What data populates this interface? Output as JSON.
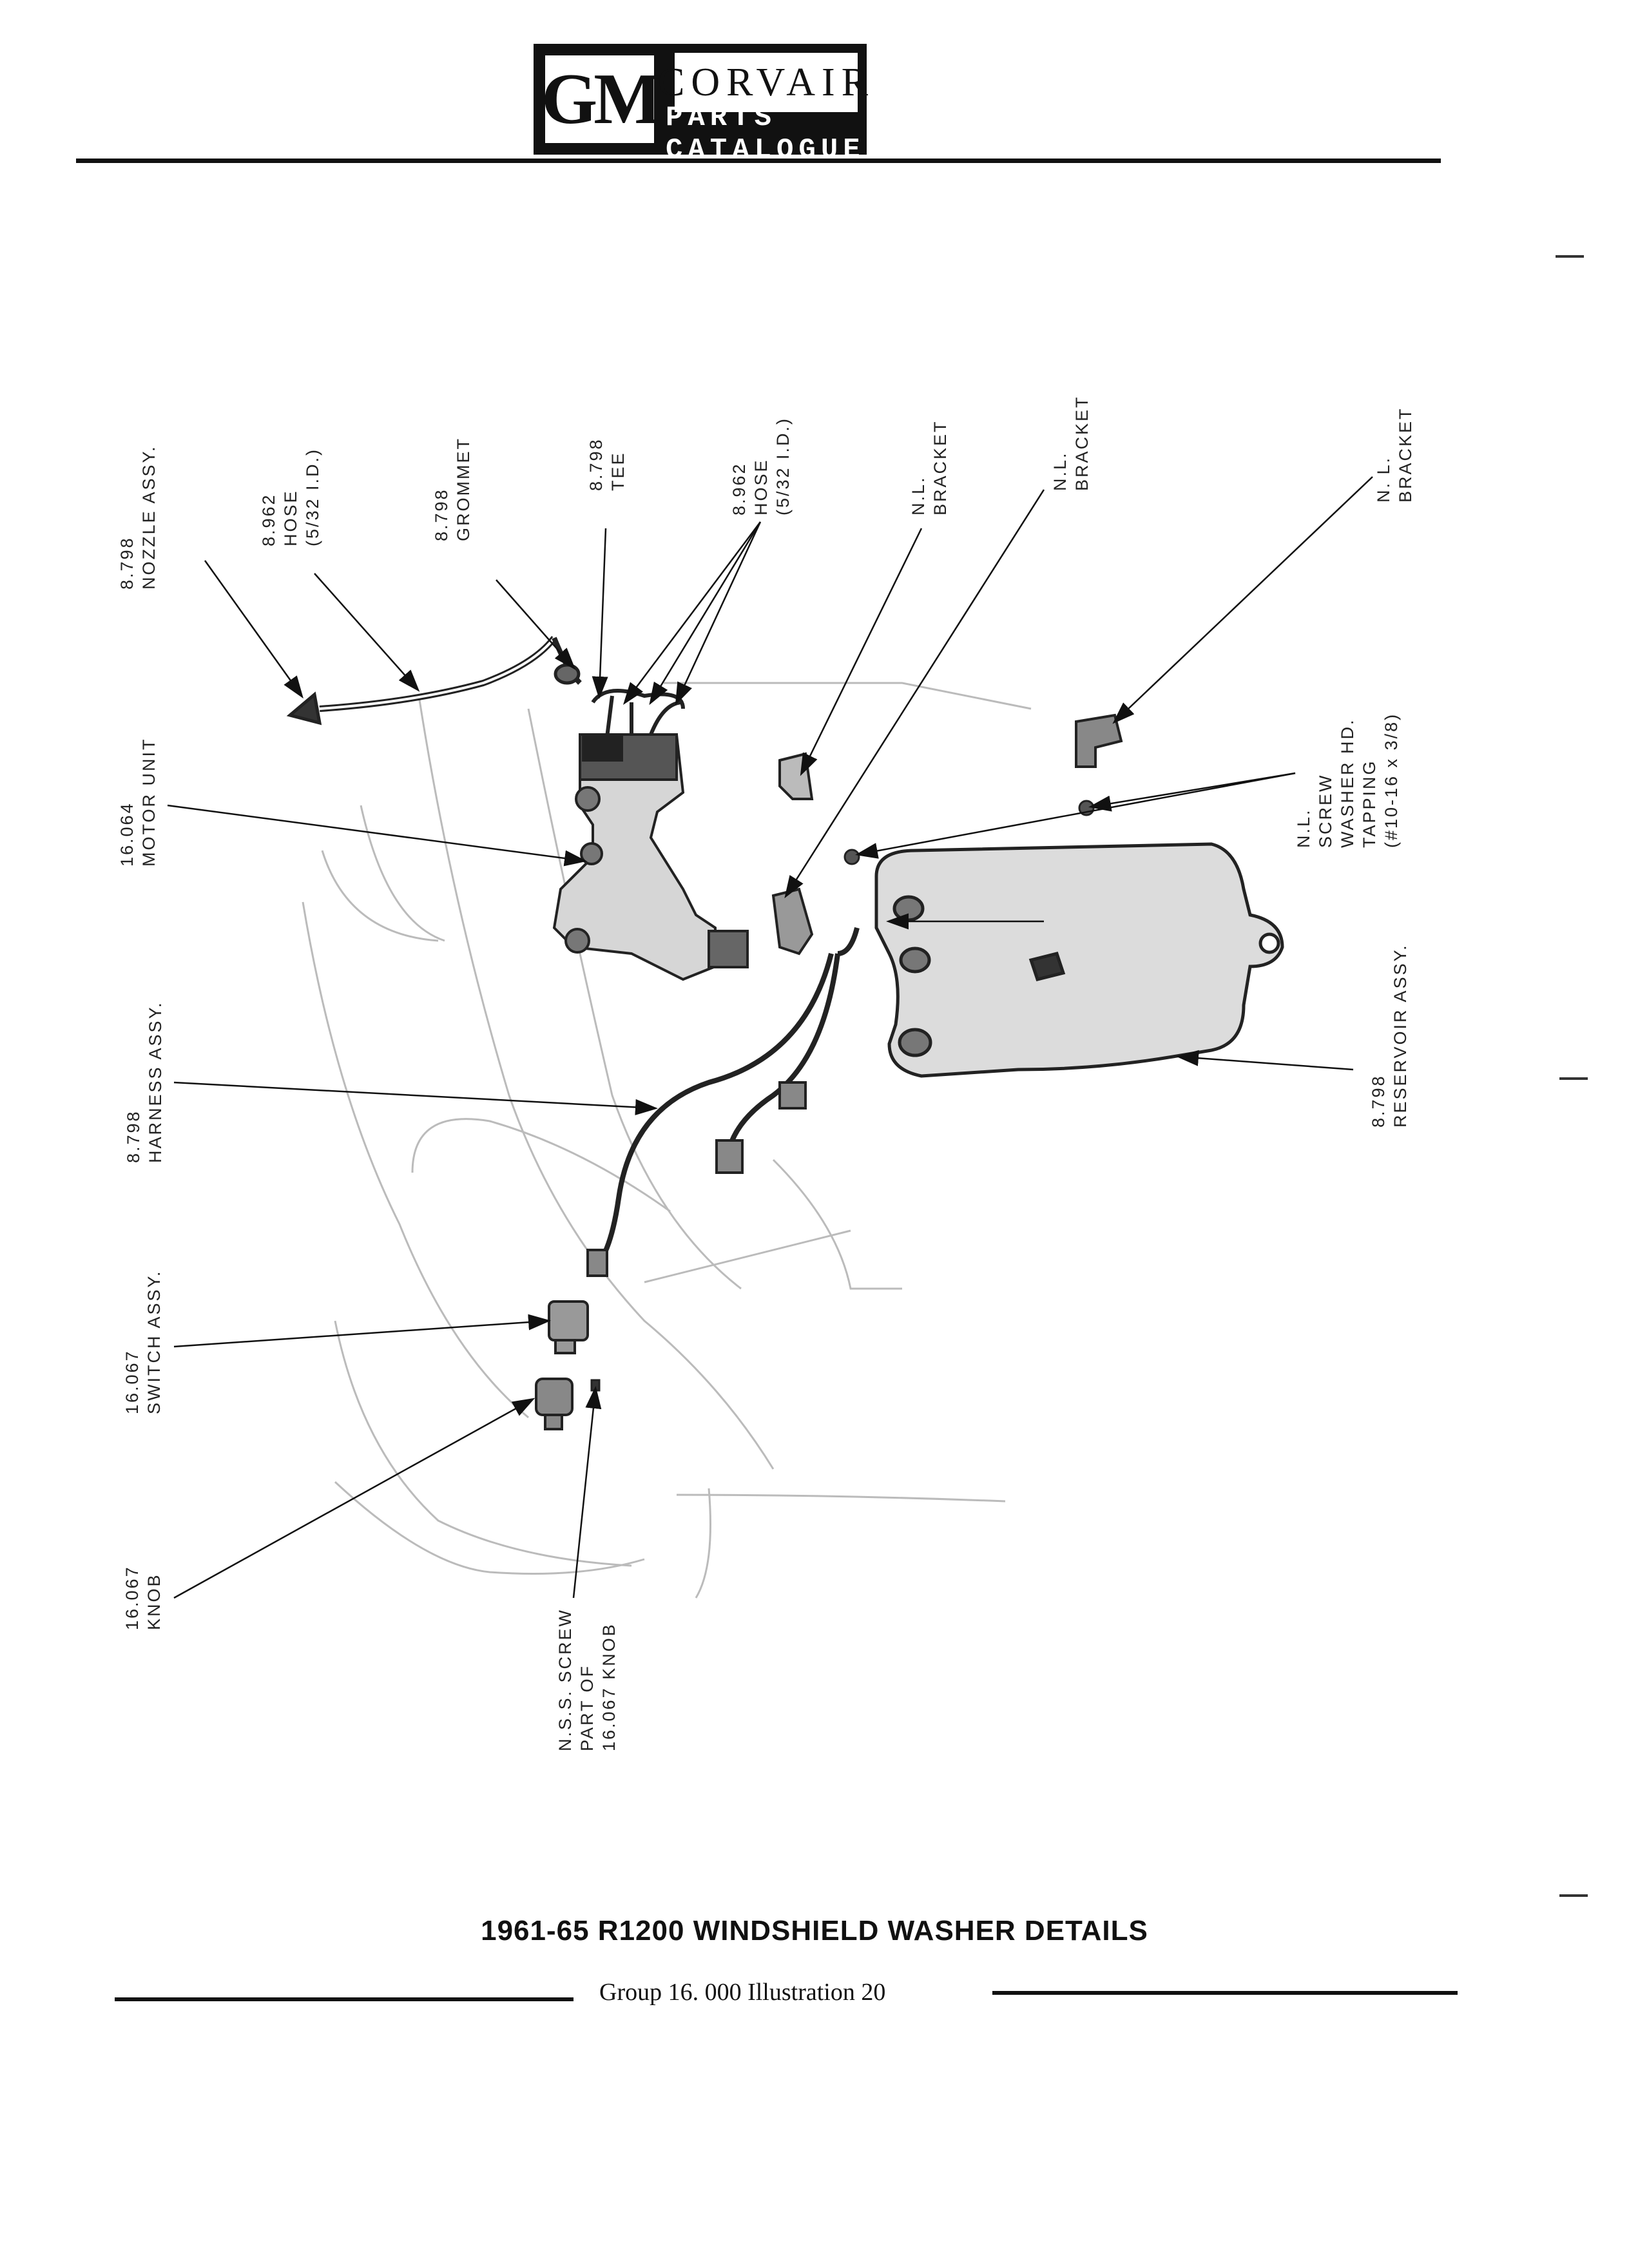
{
  "header": {
    "logo": "GM",
    "title": "CORVAIR",
    "subtitle": "PARTS CATALOGUE"
  },
  "labels": {
    "nozzle": [
      "8.798",
      "NOZZLE ASSY."
    ],
    "hose1": [
      "8.962",
      "HOSE",
      "(5/32 I.D.)"
    ],
    "grommet": [
      "8.798",
      "GROMMET"
    ],
    "tee": [
      "8.798",
      "TEE"
    ],
    "hose2": [
      "8.962",
      "HOSE",
      "(5/32 I.D.)"
    ],
    "bracket1": [
      "N.L.",
      "BRACKET"
    ],
    "bracket2": [
      "N.L.",
      "BRACKET"
    ],
    "bracket3": [
      "N. L.",
      "BRACKET"
    ],
    "screw": [
      "N.L.",
      "SCREW",
      "WASHER HD.",
      "TAPPING",
      "(#10-16 x 3/8)"
    ],
    "motor": [
      "16.064",
      "MOTOR UNIT"
    ],
    "reservoir": [
      "8.798",
      "RESERVOIR ASSY."
    ],
    "harness": [
      "8.798",
      "HARNESS ASSY."
    ],
    "switch": [
      "16.067",
      "SWITCH ASSY."
    ],
    "knob": [
      "16.067",
      "KNOB"
    ],
    "nss": [
      "N.S.S. SCREW",
      "PART OF",
      "16.067 KNOB"
    ]
  },
  "caption": "1961-65 R1200 WINDSHIELD WASHER DETAILS",
  "footer": "Group 16. 000  Illustration 20"
}
